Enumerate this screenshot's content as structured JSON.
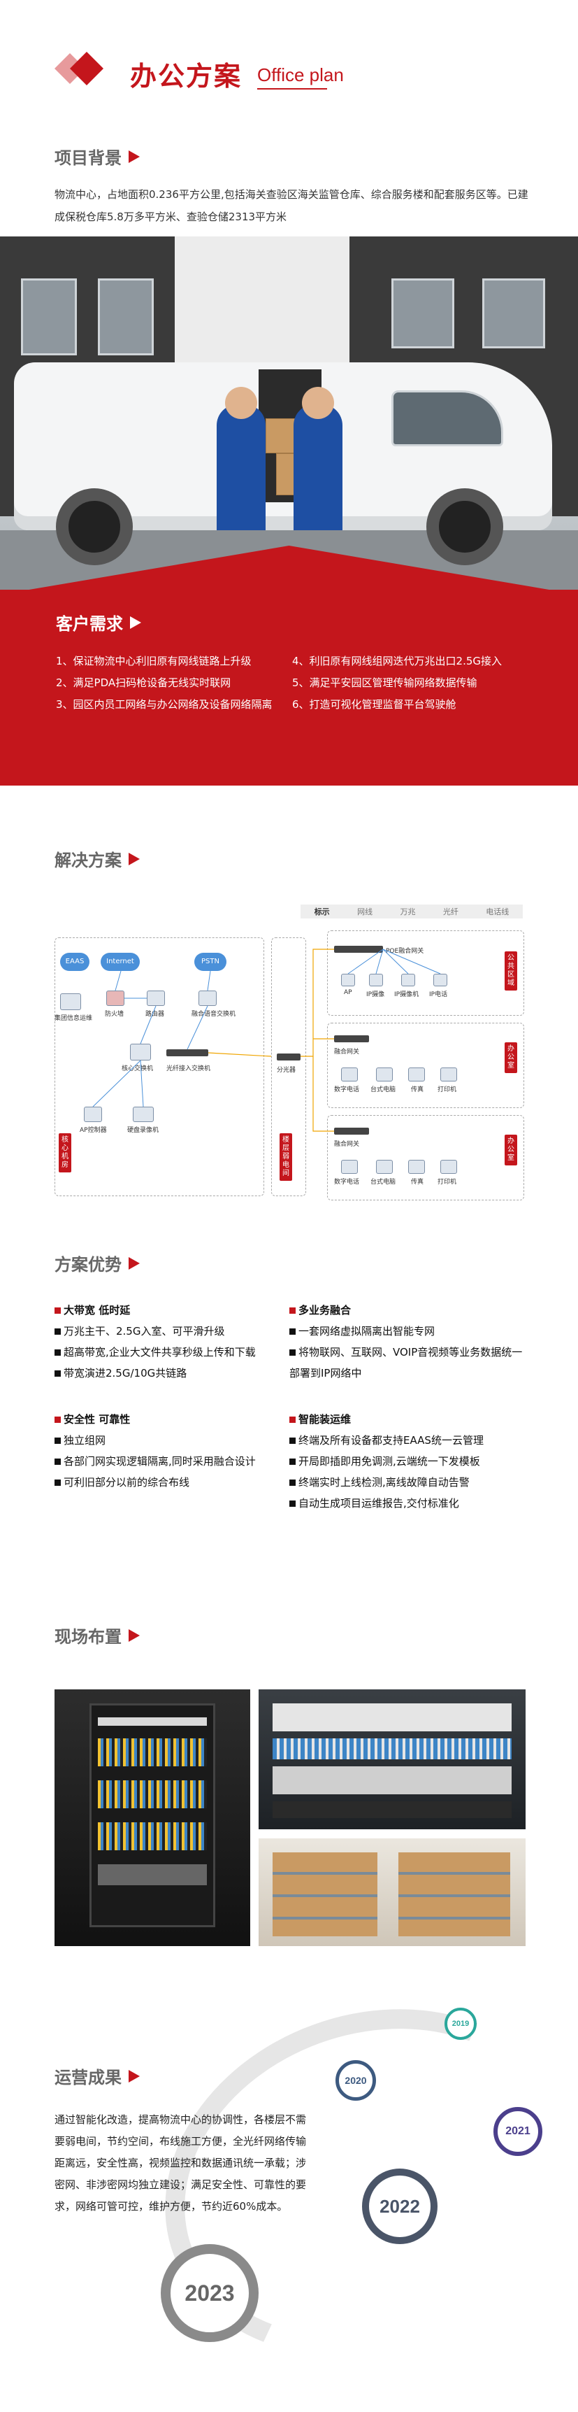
{
  "header": {
    "title_cn": "办公方案",
    "title_en": "Office plan"
  },
  "background": {
    "title": "项目背景",
    "text": "物流中心，占地面积0.236平方公里,包括海关查验区海关监管仓库、综合服务楼和配套服务区等。已建成保税仓库5.8万多平方米、查验仓储2313平方米"
  },
  "needs": {
    "title": "客户需求",
    "left": [
      "1、保证物流中心利旧原有网线链路上升级",
      "2、满足PDA扫码枪设备无线实时联网",
      "3、园区内员工网络与办公网络及设备网络隔离"
    ],
    "right": [
      "4、利旧原有网线组网迭代万兆出口2.5G接入",
      "5、满足平安园区管理传输网络数据传输",
      "6、打造可视化管理监督平台驾驶舱"
    ]
  },
  "solution": {
    "title": "解决方案",
    "legend": [
      "标示",
      "网线",
      "万兆",
      "光纤",
      "电话线"
    ],
    "labels": {
      "eaas": "EAAS",
      "internet": "Internet",
      "pstn": "PSTN",
      "platform": "集团信息运维",
      "firewall": "防火墙",
      "router": "路由器",
      "voice_gw": "融合语音交换机",
      "core_switch": "核心交换机",
      "fiber_switch": "光纤接入交换机",
      "splitter": "分光器",
      "ap_ctrl": "AP控制器",
      "video": "硬盘录像机",
      "core_zone": "核心机房",
      "weak_room": "楼层弱电间",
      "poe": "POE融合网关",
      "ap": "AP",
      "cam_ip": "IP摄像",
      "cam2": "IP摄像机",
      "cam3": "IP电话",
      "gw1": "融合网关",
      "gw2": "融合网关",
      "phone": "数字电话",
      "pc": "台式电脑",
      "fax": "传真",
      "printer": "打印机",
      "zone_public": "公共区域",
      "zone_office": "办公室",
      "zone_office2": "办公室"
    }
  },
  "advantages": {
    "title": "方案优势",
    "col1": [
      {
        "head": true,
        "text": "大带宽 低时延"
      },
      {
        "head": false,
        "text": "万兆主干、2.5G入室、可平滑升级"
      },
      {
        "head": false,
        "text": "超高带宽,企业大文件共享秒级上传和下载"
      },
      {
        "head": false,
        "text": "带宽演进2.5G/10G共链路"
      }
    ],
    "col2": [
      {
        "head": true,
        "text": "安全性 可靠性"
      },
      {
        "head": false,
        "text": "独立组网"
      },
      {
        "head": false,
        "text": "各部门网实现逻辑隔离,同时采用融合设计"
      },
      {
        "head": false,
        "text": "可利旧部分以前的综合布线"
      }
    ],
    "col3": [
      {
        "head": true,
        "text": "多业务融合"
      },
      {
        "head": false,
        "text": "一套网络虚拟隔离出智能专网"
      },
      {
        "head": false,
        "text": "将物联网、互联网、VOIP音视频等业务数据统一部署到IP网络中"
      }
    ],
    "col4": [
      {
        "head": true,
        "text": "智能装运维"
      },
      {
        "head": false,
        "text": "终端及所有设备都支持EAAS统一云管理"
      },
      {
        "head": false,
        "text": "开局即插即用免调测,云端统一下发模板"
      },
      {
        "head": false,
        "text": "终端实时上线检测,离线故障自动告警"
      },
      {
        "head": false,
        "text": "自动生成项目运维报告,交付标准化"
      }
    ]
  },
  "site": {
    "title": "现场布置"
  },
  "results": {
    "title": "运营成果",
    "text": "通过智能化改造，提高物流中心的协调性，各楼层不需要弱电间，节约空间，布线施工方便，全光纤网络传输距离远，安全性高，视频监控和数据通讯统一承载；涉密网、非涉密网均独立建设；满足安全性、可靠性的要求，网络可管可控，维护方便，节约近60%成本。",
    "years": [
      "2019",
      "2020",
      "2021",
      "2022",
      "2023"
    ]
  },
  "colors": {
    "accent": "#c4161c",
    "heading_gray": "#666666"
  }
}
